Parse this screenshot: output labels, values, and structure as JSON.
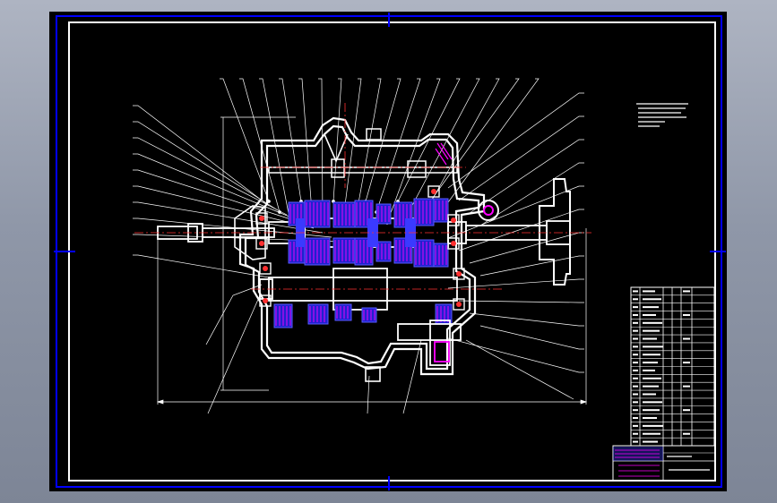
{
  "drawing": {
    "background": "#000000",
    "frame_color": "#0000ff",
    "border_color": "#ffffff",
    "section_color": "#ffffff",
    "part_color": "#3a3aff",
    "hatch_color": "#ff00ff",
    "leader_color": "#ffffff",
    "centerline_color": "#ff0000",
    "dimension_color": "#ffffff"
  },
  "callouts": {
    "top_count": 17,
    "left_count": 9,
    "right_count": 13,
    "bottom_count": 4
  },
  "title_block": {
    "parts_list_rows": 20
  }
}
